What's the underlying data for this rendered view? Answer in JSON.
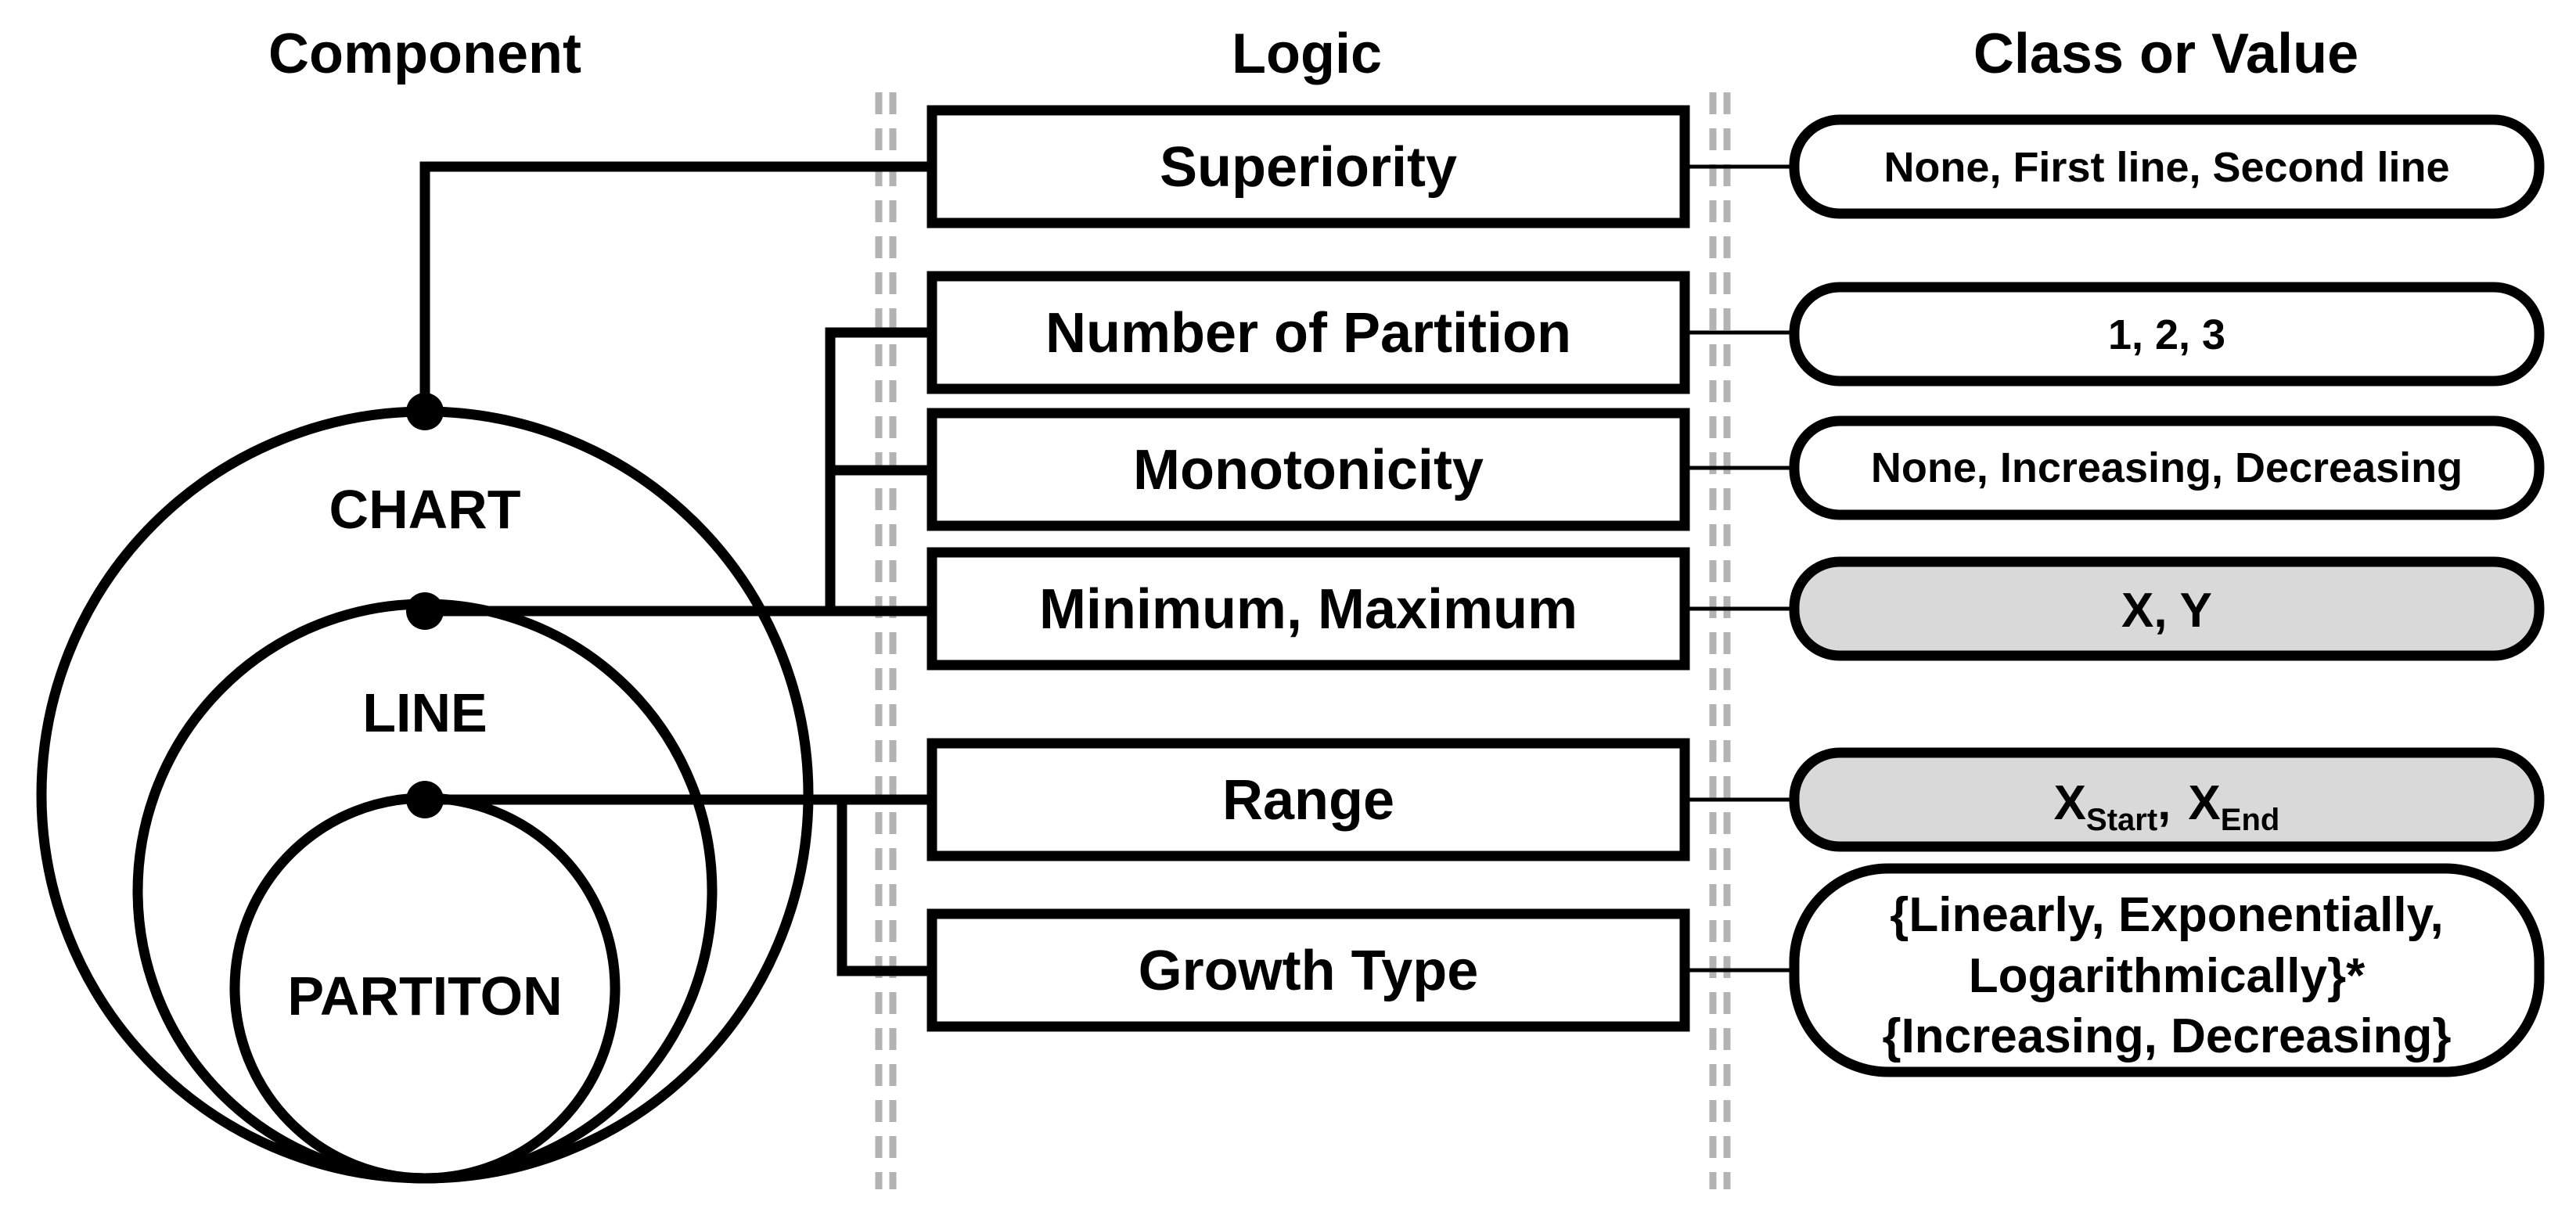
{
  "headers": {
    "component": "Component",
    "logic": "Logic",
    "class_or_value": "Class or Value"
  },
  "components": {
    "chart": "CHART",
    "line": "LINE",
    "partition": "PARTITON"
  },
  "logic_items": [
    {
      "label": "Superiority"
    },
    {
      "label": "Number of Partition"
    },
    {
      "label": "Monotonicity"
    },
    {
      "label": "Minimum, Maximum"
    },
    {
      "label": "Range"
    },
    {
      "label": "Growth Type"
    }
  ],
  "values": [
    {
      "text": "None, First line, Second line",
      "fill": "#ffffff"
    },
    {
      "text": "1, 2, 3",
      "fill": "#ffffff"
    },
    {
      "text": "None, Increasing, Decreasing",
      "fill": "#ffffff"
    },
    {
      "text": "X, Y",
      "fill": "#d9d9d9"
    },
    {
      "x_letter_1": "X",
      "sub_1": "Start",
      "separator": ",",
      "x_letter_2": "X",
      "sub_2": "End",
      "fill": "#d9d9d9"
    },
    {
      "line_1": "{Linearly, Exponentially,",
      "line_2": "Logarithmically}*",
      "line_3": "{Increasing, Decreasing}",
      "fill": "#ffffff"
    }
  ],
  "colors": {
    "stroke": "#000000",
    "divider": "#b3b3b3",
    "shaded_value": "#d9d9d9"
  }
}
